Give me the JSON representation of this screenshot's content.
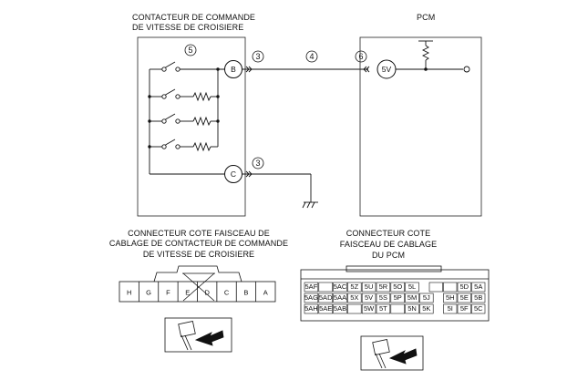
{
  "switch_title": [
    "CONTACTEUR DE COMMANDE",
    "DE VITESSE DE CROISIERE"
  ],
  "pcm_title": "PCM",
  "terminals": {
    "b": "B",
    "c": "C",
    "pcm_5v": "5V"
  },
  "circled": {
    "n5": "5",
    "n3a": "3",
    "n4": "4",
    "n6": "6",
    "n3b": "3"
  },
  "connector1_title": [
    "CONNECTEUR COTE FAISCEAU DE",
    "CABLAGE DE CONTACTEUR DE COMMANDE",
    "DE VITESSE DE CROISIERE"
  ],
  "connector1_pins": [
    "H",
    "G",
    "F",
    "E",
    "D",
    "C",
    "B",
    "A"
  ],
  "connector2_title": [
    "CONNECTEUR COTE",
    "FAISCEAU DE CABLAGE",
    "DU PCM"
  ],
  "connector2_left": [
    [
      "5AF",
      "",
      "5AC",
      "5Z",
      "5U",
      "5R",
      "5O",
      "5L"
    ],
    [
      "5AG",
      "5AD",
      "5AA",
      "5X",
      "5V",
      "5S",
      "5P",
      "5M",
      "5J"
    ],
    [
      "5AH",
      "5AE",
      "5AB",
      "",
      "5W",
      "5T",
      "",
      "5N",
      "5K"
    ]
  ],
  "connector2_right": [
    [
      "",
      "",
      "5D",
      "5A"
    ],
    [
      "5H",
      "5E",
      "5B"
    ],
    [
      "5I",
      "5F",
      "5C"
    ]
  ]
}
